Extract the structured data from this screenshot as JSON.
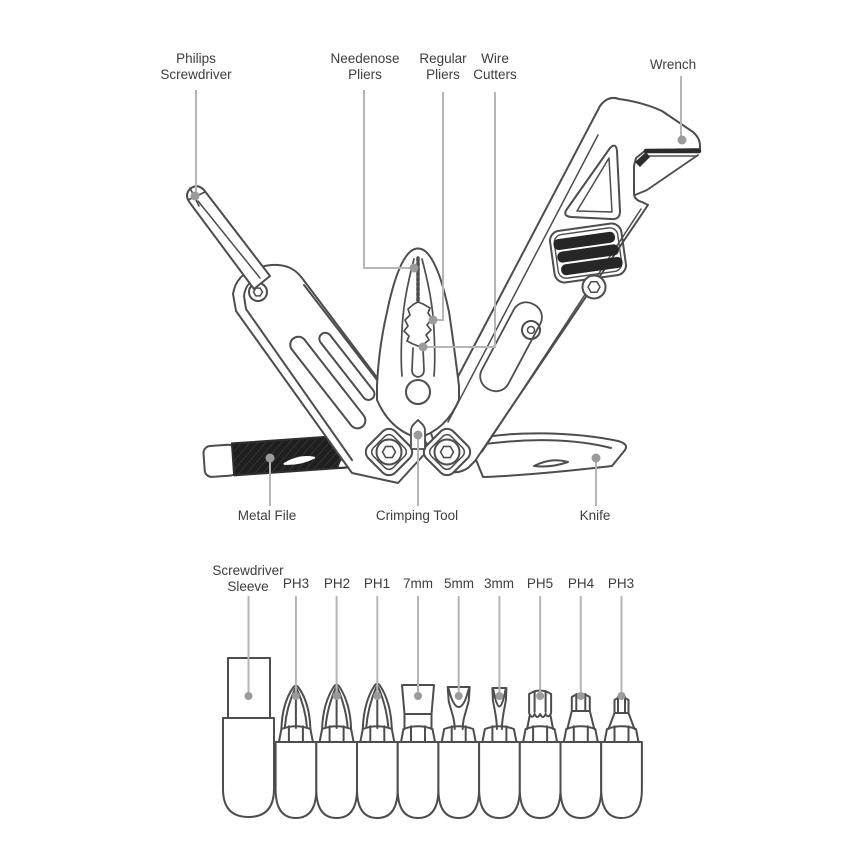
{
  "diagram": {
    "type": "labeled product diagram",
    "subject": "multi-tool with screwdriver bit set",
    "labels": {
      "philips": "Philips Screwdriver",
      "needlenose": "Needenose Pliers",
      "regular": "Regular Pliers",
      "wire_cutters": "Wire Cutters",
      "wrench": "Wrench",
      "metal_file": "Metal File",
      "crimping": "Crimping Tool",
      "knife": "Knife"
    }
  },
  "bits": {
    "sleeve_label": "Screwdriver Sleeve",
    "labels": [
      "PH3",
      "PH2",
      "PH1",
      "7mm",
      "5mm",
      "3mm",
      "PH5",
      "PH4",
      "PH3"
    ]
  },
  "colors": {
    "outline": "#4d4d4d",
    "leader_line": "#b5b5b5",
    "leader_dot": "#9b9b9b",
    "text": "#3d3d3d",
    "file_fill": "#1f1f1f",
    "background": "#ffffff"
  }
}
